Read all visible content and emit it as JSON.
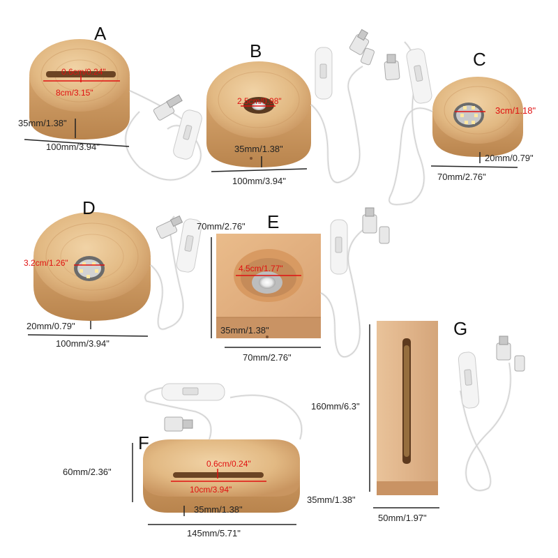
{
  "labels": {
    "A": "A",
    "B": "B",
    "C": "C",
    "D": "D",
    "E": "E",
    "F": "F",
    "G": "G"
  },
  "colors": {
    "wood_light": "#e8c79a",
    "wood_mid": "#d9ad76",
    "wood_dark": "#b07a45",
    "wood_rose": "#e6b485",
    "cable": "#f2f2f2",
    "measure_red": "#e01010",
    "measure_black": "#222222"
  },
  "A": {
    "slot_width": "0.6cm/0.24\"",
    "slot_length": "8cm/3.15\"",
    "height": "35mm/1.38\"",
    "diameter": "100mm/3.94\""
  },
  "B": {
    "hole": "2.5cm/0.98\"",
    "height": "35mm/1.38\"",
    "diameter": "100mm/3.94\""
  },
  "C": {
    "hole": "3cm/1.18\"",
    "height": "20mm/0.79\"",
    "diameter": "70mm/2.76\""
  },
  "D": {
    "hole": "3.2cm/1.26\"",
    "height": "20mm/0.79\"",
    "diameter": "100mm/3.94\""
  },
  "E": {
    "side": "70mm/2.76\"",
    "hole": "4.5cm/1.77\"",
    "height": "35mm/1.38\"",
    "width": "70mm/2.76\""
  },
  "F": {
    "depth": "60mm/2.36\"",
    "slot_width": "0.6cm/0.24\"",
    "slot_length": "10cm/3.94\"",
    "height": "35mm/1.38\"",
    "length": "145mm/5.71\""
  },
  "G": {
    "length": "160mm/6.3\"",
    "height": "35mm/1.38\"",
    "width": "50mm/1.97\""
  }
}
